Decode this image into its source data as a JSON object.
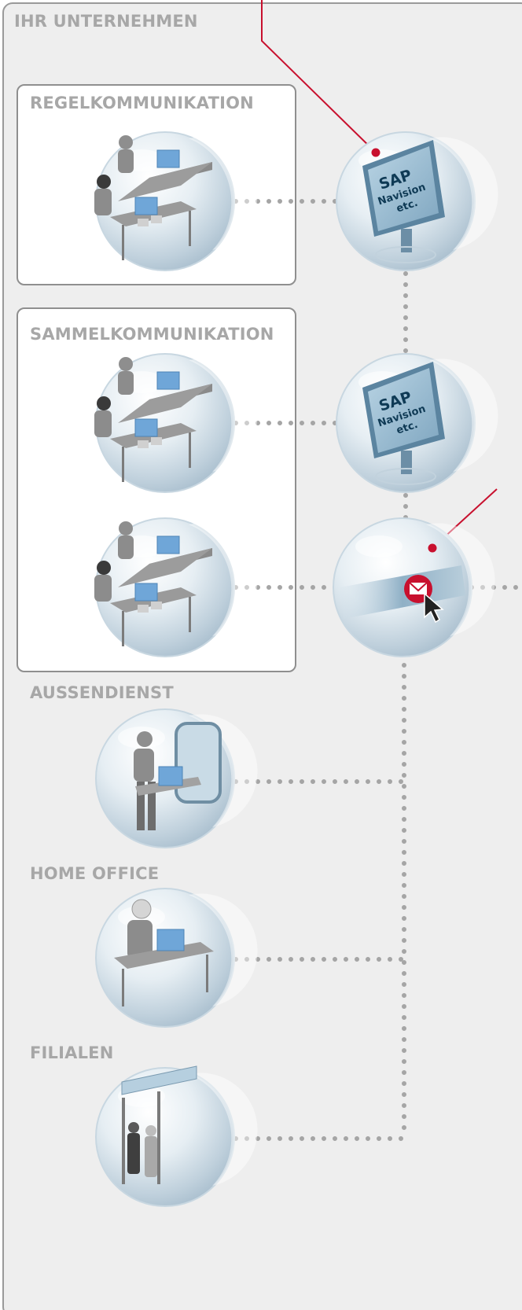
{
  "company": {
    "label": "IHR UNTERNEHMEN"
  },
  "sections": {
    "regel": "REGELKOMMUNIKATION",
    "sammel": "SAMMELKOMMUNIKATION",
    "aussendienst": "AUSSENDIENST",
    "homeoffice": "HOME OFFICE",
    "filialen": "FILIALEN"
  },
  "system_screen": {
    "brand": "SAP",
    "line1": "Navision",
    "line2": "etc."
  },
  "colors": {
    "accent": "#c8102e",
    "panel": "#eeeeee",
    "panel_border": "#9a9a9a",
    "label": "#a7a7a7",
    "dots": "#a5a5a5"
  }
}
